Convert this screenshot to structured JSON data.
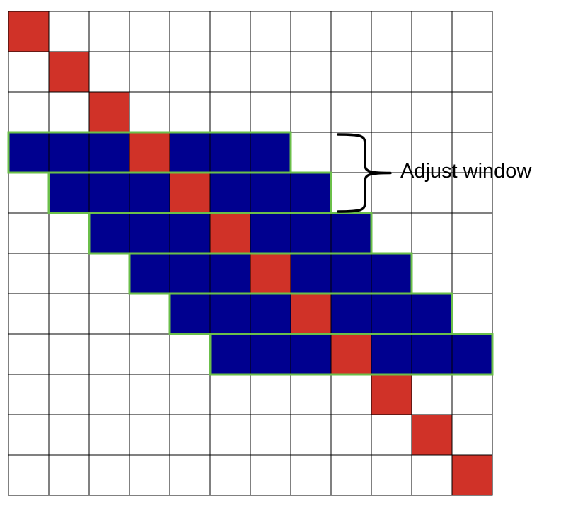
{
  "diagram": {
    "grid": {
      "rows": 12,
      "cols": 12
    },
    "colors": {
      "diagonal": "#d03228",
      "window": "#00008f",
      "window_border": "#6bbf4a",
      "grid_line": "#000000",
      "background": "#ffffff"
    },
    "diagonal_cells": [
      [
        0,
        0
      ],
      [
        1,
        1
      ],
      [
        2,
        2
      ],
      [
        3,
        3
      ],
      [
        4,
        4
      ],
      [
        5,
        5
      ],
      [
        6,
        6
      ],
      [
        7,
        7
      ],
      [
        8,
        8
      ],
      [
        9,
        9
      ],
      [
        10,
        10
      ],
      [
        11,
        11
      ]
    ],
    "window_rows": [
      {
        "row": 3,
        "col_start": 0,
        "col_end": 6
      },
      {
        "row": 4,
        "col_start": 1,
        "col_end": 7
      },
      {
        "row": 5,
        "col_start": 2,
        "col_end": 8
      },
      {
        "row": 6,
        "col_start": 3,
        "col_end": 9
      },
      {
        "row": 7,
        "col_start": 4,
        "col_end": 10
      },
      {
        "row": 8,
        "col_start": 5,
        "col_end": 11
      }
    ],
    "annotation": {
      "label": "Adjust window",
      "bracket_rows": [
        3,
        4
      ]
    }
  }
}
